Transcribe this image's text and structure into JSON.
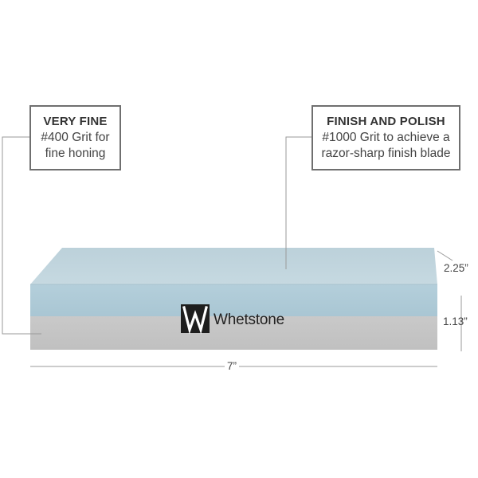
{
  "callouts": {
    "left": {
      "heading": "VERY FINE",
      "line1": "#400 Grit for",
      "line2": "fine honing"
    },
    "right": {
      "heading": "FINISH AND POLISH",
      "line1": "#1000 Grit to achieve a",
      "line2": "razor-sharp finish blade"
    }
  },
  "dimensions": {
    "top_height": "2.25”",
    "bottom_height": "1.13”",
    "width": "7”"
  },
  "brand": {
    "name": "Whetstone"
  },
  "colors": {
    "stone_top": "#c3d7df",
    "stone_front_blue": "#aecbd8",
    "stone_front_grey": "#c5c5c5",
    "leader_lines": "#9a9a9a",
    "logo": "#1e1e1e"
  },
  "icons": {
    "logo": "w-logo-icon"
  }
}
